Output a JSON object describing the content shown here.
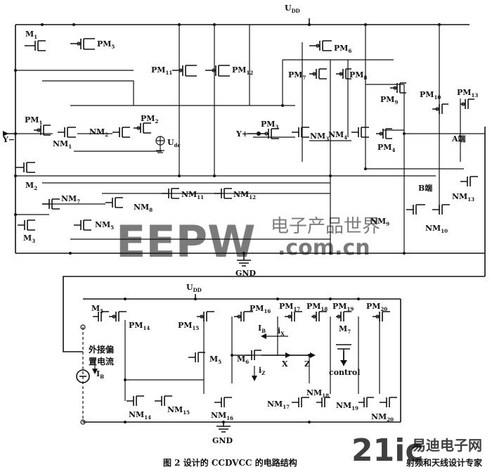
{
  "figure_caption": "图 2   设计的 CCDVCC 的电路结构",
  "supply_top": {
    "label": "U",
    "sub": "DD"
  },
  "supply_bottom": {
    "label": "U",
    "sub": "DD"
  },
  "ground_top": "GND",
  "ground_bottom": "GND",
  "inputs": {
    "y_minus": "Y−",
    "y_plus": "Y+",
    "ud": "U",
    "ud_sub": "dc"
  },
  "nodes": {
    "a_end": "A端",
    "b_end": "B端",
    "x": "X",
    "z": "Z"
  },
  "currents": {
    "ib": "I",
    "ib_sub": "B",
    "ix": "i",
    "ix_sub": "X",
    "iz": "i",
    "iz_sub": "Z",
    "ibias": "I",
    "ibias_sub": "B"
  },
  "bias_label_line1": "外接偏",
  "bias_label_line2": "置电流",
  "control_label": "control",
  "transistors_top": [
    {
      "n": "M",
      "s": "1"
    },
    {
      "n": "PM",
      "s": "5"
    },
    {
      "n": "PM",
      "s": "1"
    },
    {
      "n": "NM",
      "s": "1"
    },
    {
      "n": "NM",
      "s": "2"
    },
    {
      "n": "PM",
      "s": "2"
    },
    {
      "n": "M",
      "s": "2"
    },
    {
      "n": "M",
      "s": "3"
    },
    {
      "n": "NM",
      "s": "7"
    },
    {
      "n": "NM",
      "s": "8"
    },
    {
      "n": "NM",
      "s": "5"
    },
    {
      "n": "NM",
      "s": "11"
    },
    {
      "n": "NM",
      "s": "12"
    },
    {
      "n": "PM",
      "s": "11"
    },
    {
      "n": "PM",
      "s": "12"
    },
    {
      "n": "PM",
      "s": "6"
    },
    {
      "n": "PM",
      "s": "7"
    },
    {
      "n": "PM",
      "s": "8"
    },
    {
      "n": "PM",
      "s": "3"
    },
    {
      "n": "NM",
      "s": "3"
    },
    {
      "n": "NM",
      "s": "4"
    },
    {
      "n": "PM",
      "s": "4"
    },
    {
      "n": "PM",
      "s": "9"
    },
    {
      "n": "PM",
      "s": "10"
    },
    {
      "n": "PM",
      "s": "13"
    },
    {
      "n": "NM",
      "s": "13"
    },
    {
      "n": "NM",
      "s": "9"
    },
    {
      "n": "NM",
      "s": "10"
    }
  ],
  "transistors_bottom": [
    {
      "n": "M",
      "s": "5"
    },
    {
      "n": "PM",
      "s": "14"
    },
    {
      "n": "PM",
      "s": "15"
    },
    {
      "n": "M",
      "s": "5"
    },
    {
      "n": "M",
      "s": "6"
    },
    {
      "n": "PM",
      "s": "16"
    },
    {
      "n": "PM",
      "s": "17"
    },
    {
      "n": "PM",
      "s": "18"
    },
    {
      "n": "PM",
      "s": "19"
    },
    {
      "n": "PM",
      "s": "20"
    },
    {
      "n": "M",
      "s": "7"
    },
    {
      "n": "NM",
      "s": "14"
    },
    {
      "n": "NM",
      "s": "15"
    },
    {
      "n": "NM",
      "s": "16"
    },
    {
      "n": "NM",
      "s": "17"
    },
    {
      "n": "NM",
      "s": "18"
    },
    {
      "n": "NM",
      "s": "19"
    },
    {
      "n": "NM",
      "s": "20"
    }
  ],
  "watermark_main": "EEPW",
  "watermark_cn": "电子产品世界",
  "watermark_url": ".com.cn",
  "logo_main": "21ic",
  "logo_cn": "易迪电子网",
  "logo_sub": "射频和天线设计专家"
}
